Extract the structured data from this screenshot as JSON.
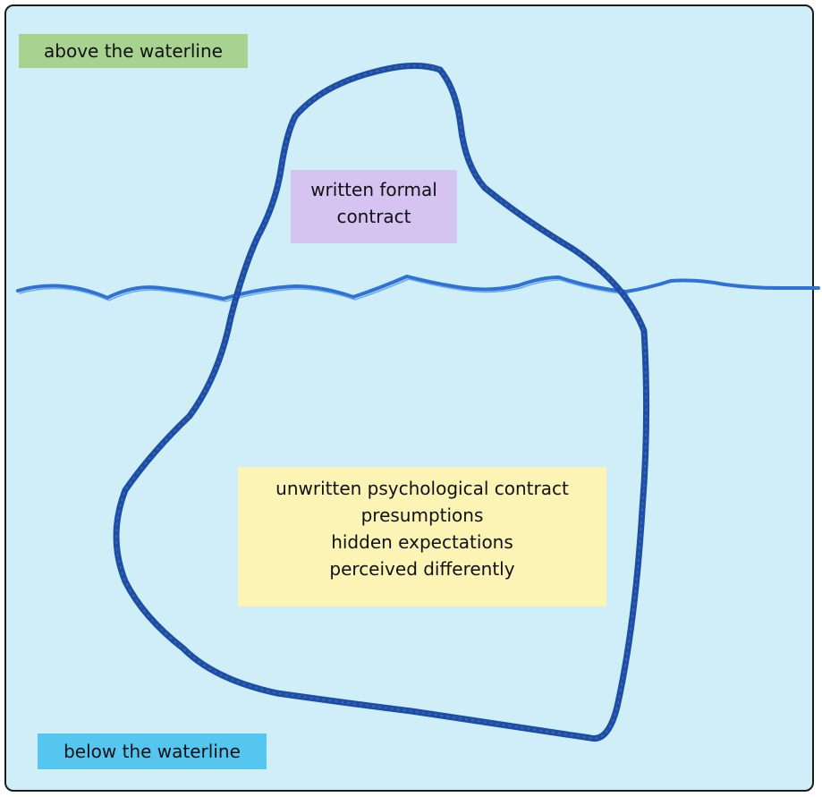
{
  "diagram": {
    "colors": {
      "water": "#cfeef8",
      "iceberg_outline": "#1d4ea3",
      "waterline": "#2f72d6",
      "above_box": "#a8d28f",
      "below_box": "#55c6ef",
      "formal_box": "#d5c3f1",
      "unwritten_box": "#fbf4b5"
    },
    "above_waterline": "above the waterline",
    "below_waterline": "below the waterline",
    "formal": {
      "line1": "written formal",
      "line2": "contract"
    },
    "unwritten": {
      "line1": "unwritten psychological contract",
      "line2": "presumptions",
      "line3": "hidden expectations",
      "line4": "perceived differently"
    }
  }
}
